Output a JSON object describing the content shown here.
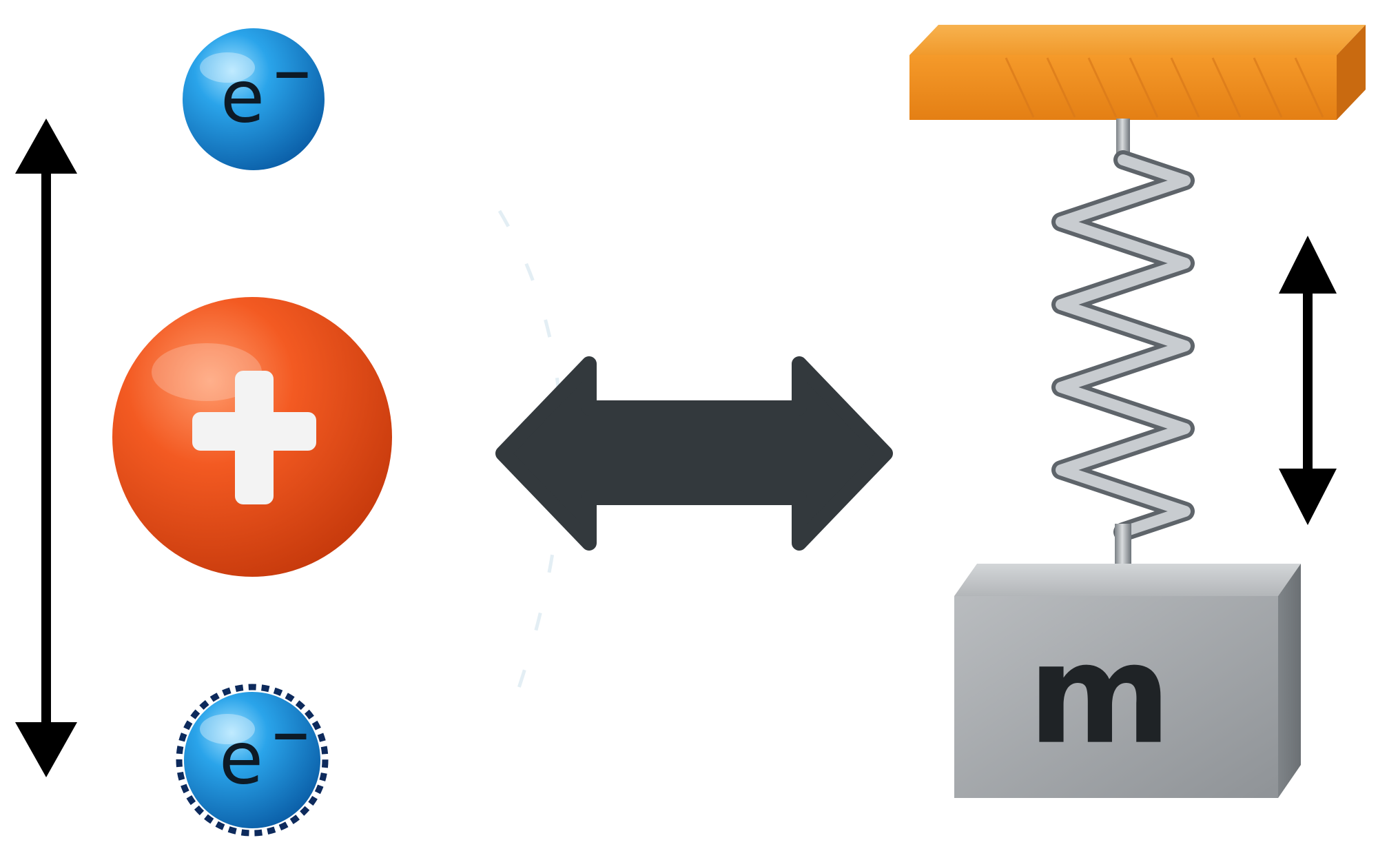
{
  "electron_top": {
    "symbol": "e",
    "charge": "−"
  },
  "electron_bottom": {
    "symbol": "e",
    "charge": "−"
  },
  "nucleus": {
    "charge_symbol": "+"
  },
  "mass_block": {
    "label": "m"
  },
  "colors": {
    "electron": "#1a8fd6",
    "electron_outline": "#0d2a5c",
    "nucleus": "#f0551f",
    "ceiling": "#f29a2e",
    "block": "#a5a9ad",
    "spring": "#8e9499",
    "arrow": "#000000",
    "double_arrow": "#33393d"
  }
}
